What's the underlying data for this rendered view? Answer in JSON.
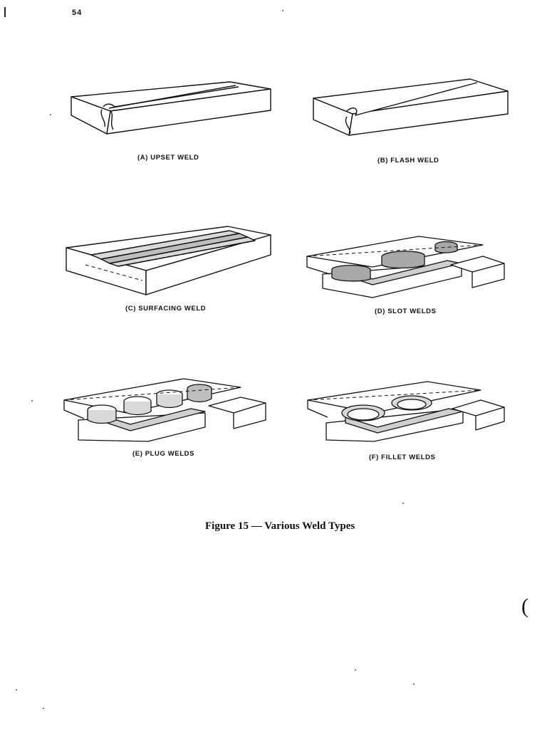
{
  "page": {
    "number": "54"
  },
  "figure": {
    "title": "Figure 15 — Various Weld Types",
    "panels": [
      {
        "id": "A",
        "caption": "(A)  UPSET WELD"
      },
      {
        "id": "B",
        "caption": "(B)  FLASH WELD"
      },
      {
        "id": "C",
        "caption": "(C)  SURFACING WELD"
      },
      {
        "id": "D",
        "caption": "(D)  SLOT WELDS"
      },
      {
        "id": "E",
        "caption": "(E)  PLUG WELDS"
      },
      {
        "id": "F",
        "caption": "(F)  FILLET WELDS"
      }
    ]
  }
}
